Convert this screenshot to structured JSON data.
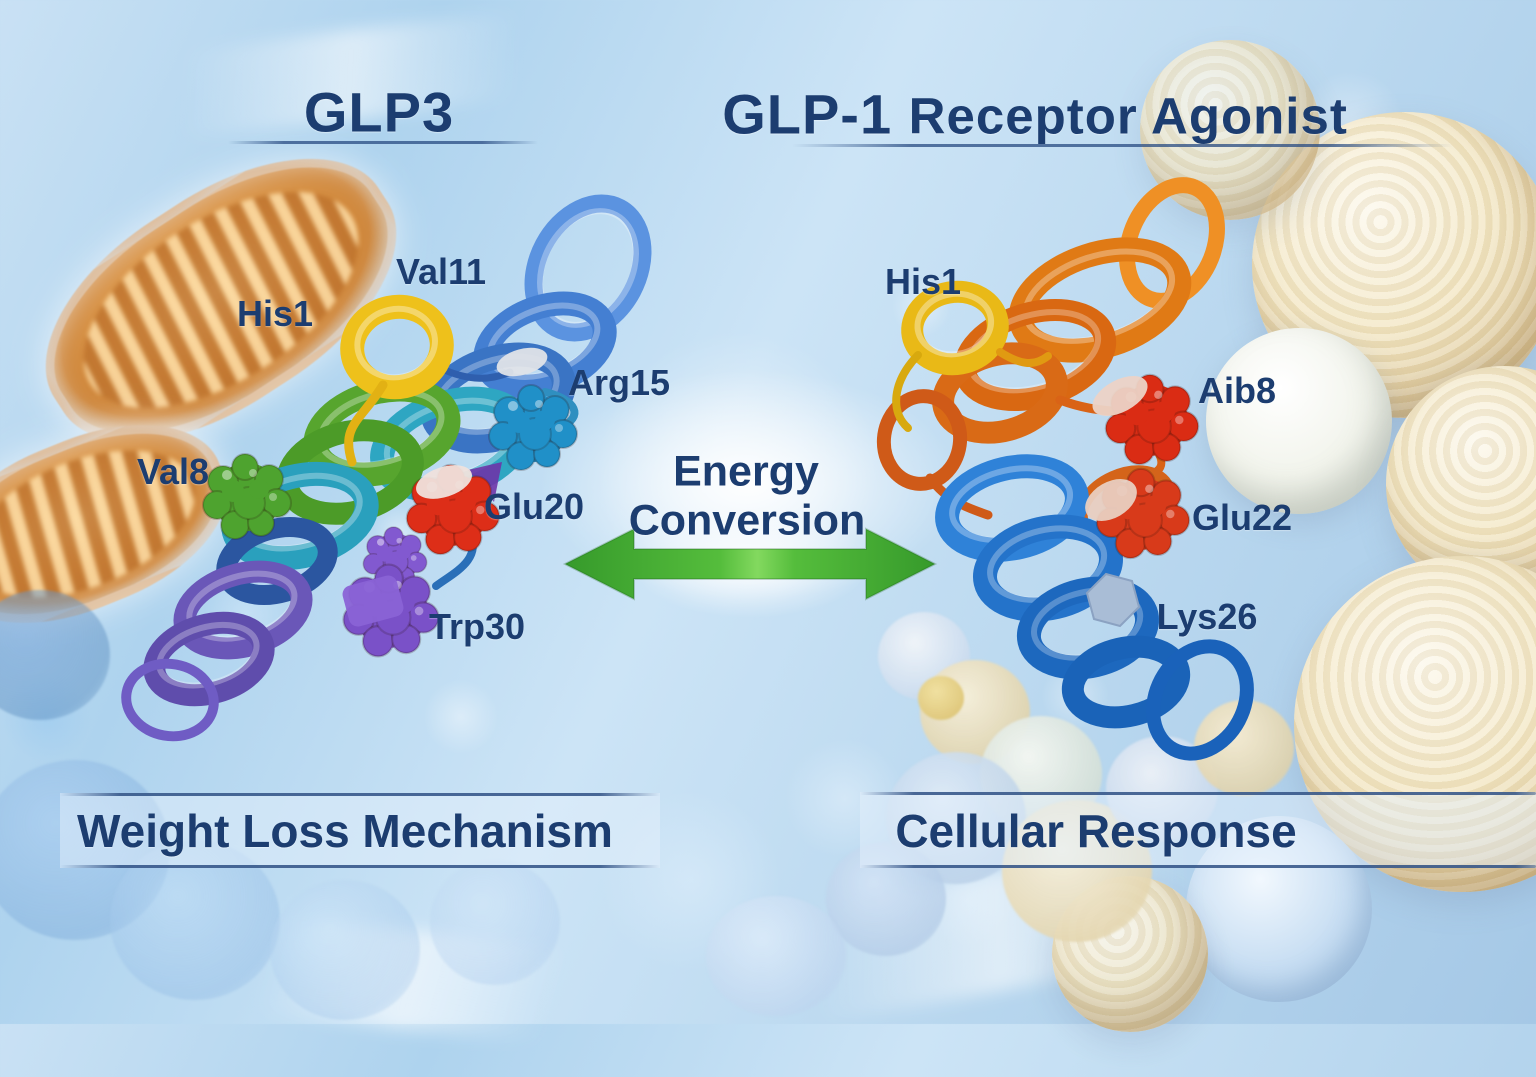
{
  "left_panel": {
    "title": "GLP3",
    "residue_labels": [
      "His1",
      "Val11",
      "Arg15",
      "Val8",
      "Glu20",
      "Trp30"
    ],
    "caption": "Weight Loss Mechanism"
  },
  "right_panel": {
    "title_primary": "GLP-1",
    "title_secondary": "Receptor Agonist",
    "residue_labels": [
      "His1",
      "Aib8",
      "Glu22",
      "Lys26"
    ],
    "caption": "Cellular Response"
  },
  "center": {
    "arrow_label_line1": "Energy",
    "arrow_label_line2": "Conversion"
  },
  "colors": {
    "label_navy": "#1c3d70",
    "arrow_green": "#4aa93e",
    "sky_blue": "#b7d6ee",
    "left_helix_palette": [
      "#eec11b",
      "#57a52e",
      "#2da6c0",
      "#447fd2",
      "#6a57b8"
    ],
    "right_helix_palette": [
      "#e9b917",
      "#e07a15",
      "#da2c14",
      "#2473ca"
    ]
  }
}
